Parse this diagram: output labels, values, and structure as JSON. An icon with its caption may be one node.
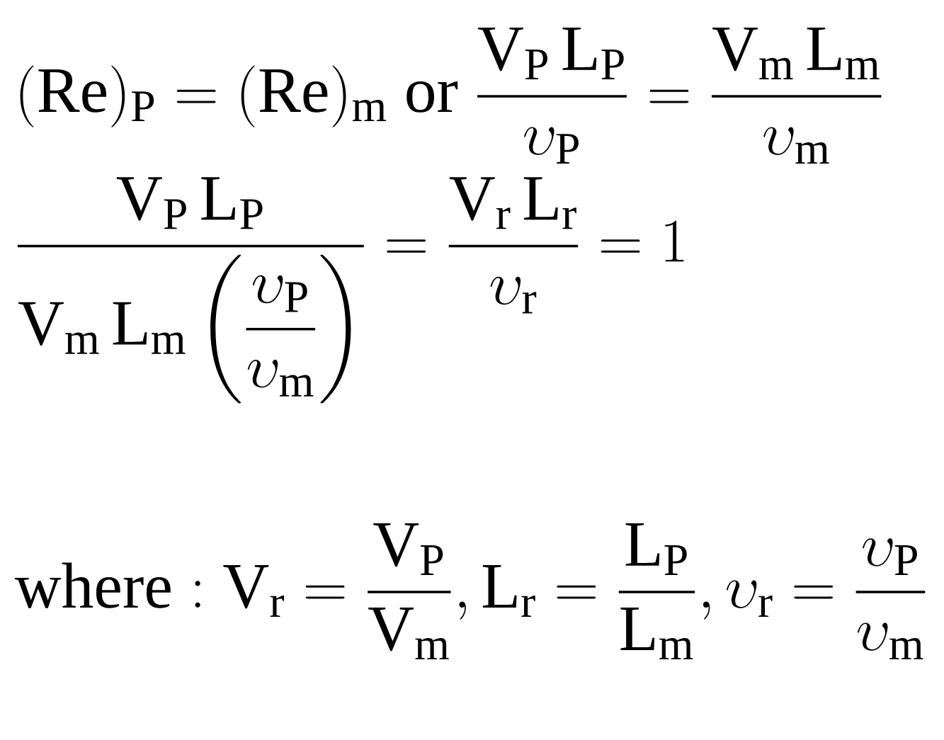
{
  "diagram": {
    "labels": [
      "(\\mathrm{Re})_{\\mathrm{P}} = (\\mathrm{Re})_{\\mathrm{m}}\\ \\mathrm{or}\\ \\frac{\\mathrm{V_{P}\\,L_{P}}}{\\upsilon_{\\mathrm{P}}} = \\frac{\\mathrm{V_{m}\\,L_{m}}}{\\upsilon_{\\mathrm{m}}}",
      "\\frac{\\mathrm{V_{P}\\,L_{P}}}{\\mathrm{V_{m}\\,L_{m}}\\left(\\dfrac{\\upsilon_{\\mathrm{P}}}{\\upsilon_{\\mathrm{m}}}\\right)} = \\frac{\\mathrm{V_{r}\\,L_{r}}}{\\upsilon_{\\mathrm{r}}} = 1",
      "\\mathrm{where}: \\mathrm{V_{r}} = \\frac{\\mathrm{V_{P}}}{\\mathrm{V_{m}}}, \\mathrm{L_{r}} = \\frac{\\mathrm{L_{P}}}{\\mathrm{L_{m}}}, \\upsilon_{\\mathrm{r}} = \\frac{\\upsilon_{\\mathrm{P}}}{\\upsilon_{\\mathrm{m}}}"
    ]
  }
}
